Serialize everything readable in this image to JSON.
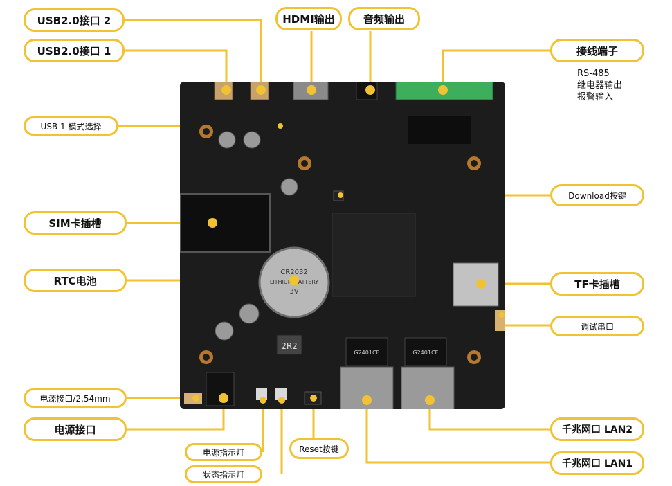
{
  "colors": {
    "accent": "#f1c232",
    "board": "#1c1c1c"
  },
  "labels": {
    "usb2": "USB2.0接口 2",
    "usb1": "USB2.0接口 1",
    "hdmi": "HDMI输出",
    "audio": "音频输出",
    "terminal": "接线端子",
    "terminal_desc": [
      "RS-485",
      "继电器输出",
      "报警输入"
    ],
    "usb1_mode": "USB 1 模式选择",
    "download": "Download按键",
    "sim": "SIM卡插槽",
    "rtc": "RTC电池",
    "tf": "TF卡插槽",
    "debug": "调试串口",
    "power_254": "电源接口/2.54mm",
    "power": "电源接口",
    "lan2": "千兆网口 LAN2",
    "power_led": "电源指示灯",
    "reset": "Reset按键",
    "lan1": "千兆网口 LAN1",
    "status_led": "状态指示灯"
  },
  "board_markings": {
    "battery": [
      "CR2032",
      "LITHIUM BATTERY",
      "3V"
    ],
    "inductor": "2R2",
    "magnetics": "G2401CE"
  }
}
